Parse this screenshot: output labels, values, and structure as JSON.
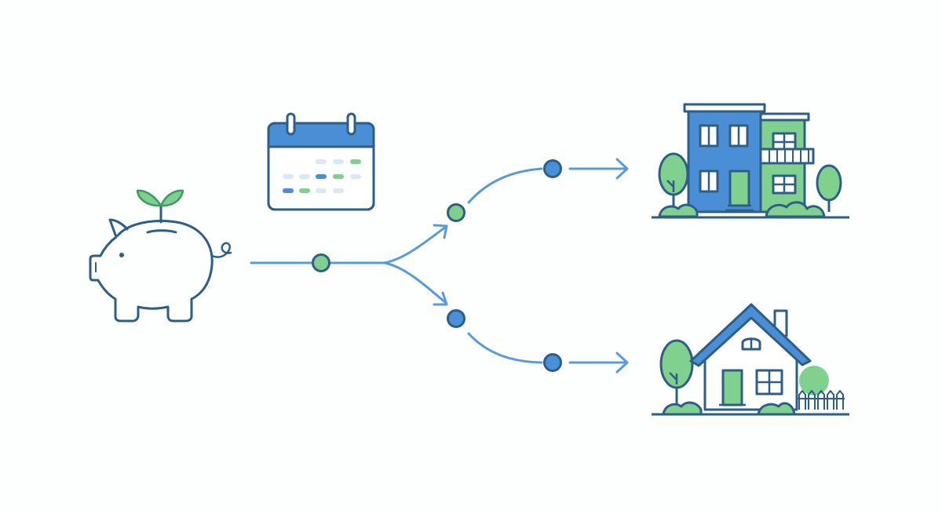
{
  "colors": {
    "background": "#fdfefe",
    "stroke_dark": "#2e5e86",
    "blue": "#4a8fd6",
    "blue_light": "#5b9bd5",
    "green": "#7fcf90",
    "green_dark": "#3e9a60",
    "green_fill": "#80d08f",
    "calendar_header": "#4a8fd6",
    "calendar_chip_blue": "#4a8fd6",
    "calendar_chip_green": "#7fcf90",
    "calendar_chip_light": "#d9e8f5",
    "arrow": "#5b9bd5",
    "node_green": "#7fd08e",
    "node_blue": "#4a90d8"
  },
  "icons": {
    "savings": "piggy-bank-with-sprout-icon",
    "schedule": "calendar-icon",
    "upper_outcome": "apartment-building-icon",
    "lower_outcome": "house-icon",
    "tree": "tree-icon",
    "arrowhead": "arrowhead-icon"
  },
  "flow": {
    "steps": [
      {
        "name": "start-node",
        "color_key": "node_green"
      },
      {
        "name": "branch-upper-node",
        "color_key": "node_green"
      },
      {
        "name": "branch-upper-end-node",
        "color_key": "node_blue"
      },
      {
        "name": "branch-lower-node",
        "color_key": "node_blue"
      },
      {
        "name": "branch-lower-end-node",
        "color_key": "node_blue"
      }
    ]
  }
}
